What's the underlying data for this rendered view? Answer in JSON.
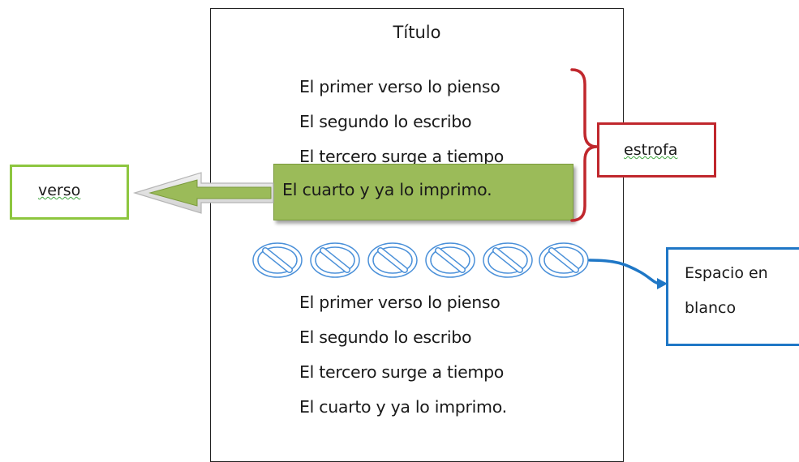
{
  "title": "Título",
  "stanza_1": {
    "lines": [
      "El primer verso lo pienso",
      "El segundo lo escribo",
      "El tercero surge a tiempo",
      "El cuarto y ya lo imprimo."
    ]
  },
  "stanza_2": {
    "lines": [
      "El primer verso lo pienso",
      "El segundo lo escribo",
      "El tercero surge a tiempo",
      "El cuarto y ya lo imprimo."
    ]
  },
  "labels": {
    "verso": "verso",
    "estrofa": "estrofa",
    "espacio_line1": "Espacio en",
    "espacio_line2": "blanco"
  },
  "blank_space_symbols": {
    "icon": "prohibited-icon",
    "count": 6
  },
  "colors": {
    "verso_border": "#8dc63f",
    "estrofa_border": "#c0272d",
    "espacio_border": "#1f77c6",
    "highlight_fill": "#9bbb59",
    "prohibited_stroke": "#4a90d9"
  }
}
